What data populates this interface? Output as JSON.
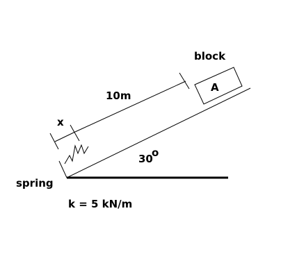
{
  "labels": {
    "block": "block",
    "block_id": "A",
    "distance": "10m",
    "compression": "x",
    "angle": "30",
    "angle_unit": "o",
    "spring": "spring",
    "stiffness": "k = 5 kN/m"
  },
  "colors": {
    "ink": "#000000",
    "background": "#ffffff"
  }
}
